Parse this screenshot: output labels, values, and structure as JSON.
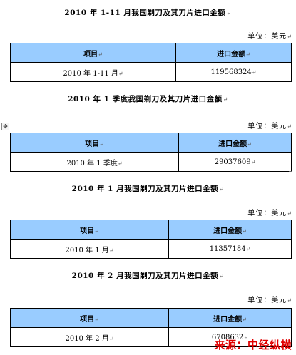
{
  "sections": [
    {
      "title": "2010 年 1-11 月我国剃刀及其刀片进口金额",
      "unit": "单位：美元",
      "col_item": "项目",
      "col_amount": "进口金额",
      "row_period": "2010 年 1-11 月",
      "row_amount": "119568324"
    },
    {
      "title": "2010 年 1 季度我国剃刀及其刀片进口金额",
      "unit": "单位：美元",
      "col_item": "项目",
      "col_amount": "进口金额",
      "row_period": "2010 年 1 季度",
      "row_amount": "29037609"
    },
    {
      "title": "2010 年 1 月我国剃刀及其刀片进口金额",
      "unit": "单位：美元",
      "col_item": "项目",
      "col_amount": "进口金额",
      "row_period": "2010 年 1 月",
      "row_amount": "11357184"
    },
    {
      "title": "2010 年 2 月我国剃刀及其刀片进口金额",
      "unit": "单位：美元",
      "col_item": "项目",
      "col_amount": "进口金额",
      "row_period": "2010 年 2 月",
      "row_amount": "6708632"
    }
  ],
  "source_watermark": "来源：中经纵横",
  "icons": {
    "table_anchor": "move-anchor-icon",
    "paragraph_mark": "paragraph-mark-icon"
  }
}
